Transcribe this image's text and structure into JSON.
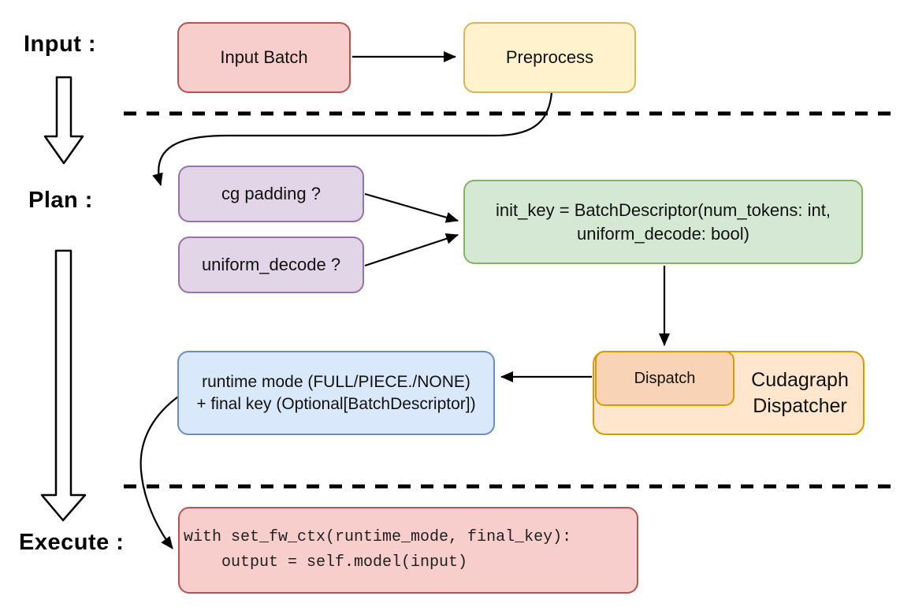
{
  "labels": {
    "input": "Input :",
    "plan": "Plan :",
    "execute": "Execute :"
  },
  "nodes": {
    "input_batch": "Input Batch",
    "preprocess": "Preprocess",
    "cg_padding": "cg padding ?",
    "uniform_decode": "uniform_decode ?",
    "init_key_line1": "init_key = BatchDescriptor(num_tokens: int,",
    "init_key_line2": "uniform_decode: bool)",
    "runtime_line1": "runtime mode (FULL/PIECE./NONE)",
    "runtime_line2": "+ final key (Optional[BatchDescriptor])",
    "dispatch": "Dispatch",
    "cudagraph_line1": "Cudagraph",
    "cudagraph_line2": "Dispatcher",
    "code_line1": "with set_fw_ctx(runtime_mode, final_key):",
    "code_line2": "    output = self.model(input)"
  },
  "colors": {
    "red_fill": "#f8cecc",
    "red_stroke": "#b85450",
    "yellow_fill": "#fff2cc",
    "yellow_stroke": "#d6b656",
    "purple_fill": "#e1d5e7",
    "purple_stroke": "#9673a6",
    "green_fill": "#d5e8d4",
    "green_stroke": "#82b366",
    "blue_fill": "#dae8fc",
    "blue_stroke": "#6c8ebf",
    "orange_fill": "#ffe6cc",
    "orange_inner_fill": "#f9d3b5",
    "orange_stroke": "#d79b00",
    "line_color": "#000000"
  }
}
